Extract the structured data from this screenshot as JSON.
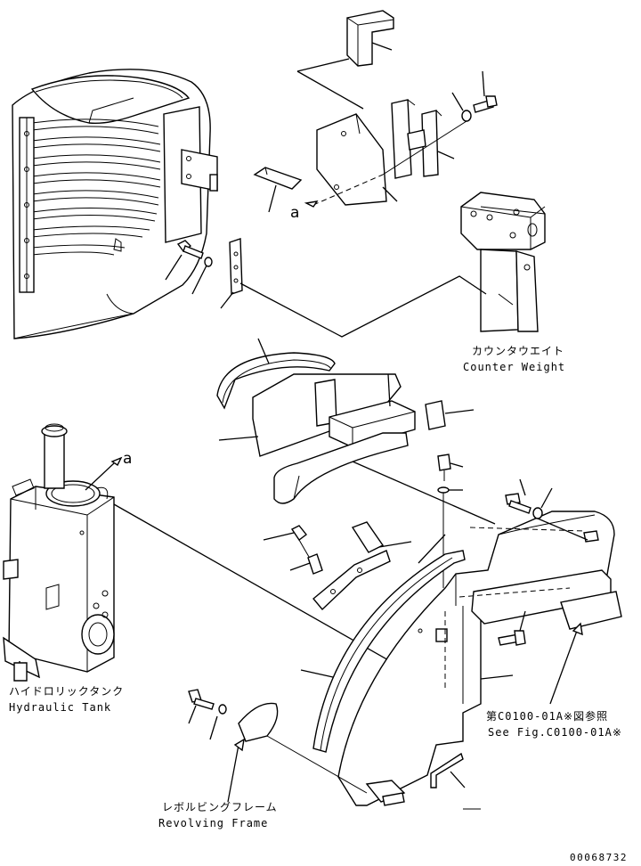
{
  "labels": {
    "counter_weight_jp": "カウンタウエイト",
    "counter_weight_en": "Counter Weight",
    "hydraulic_tank_jp": "ハイドロリックタンク",
    "hydraulic_tank_en": "Hydraulic Tank",
    "see_fig_jp": "第C0100-01A※図参照",
    "see_fig_en": "See Fig.C0100-01A※",
    "revolving_frame_jp": "レボルビングフレーム",
    "revolving_frame_en": "Revolving Frame",
    "ref_a_upper": "a",
    "ref_a_lower": "a",
    "drawing_number": "00068732"
  }
}
